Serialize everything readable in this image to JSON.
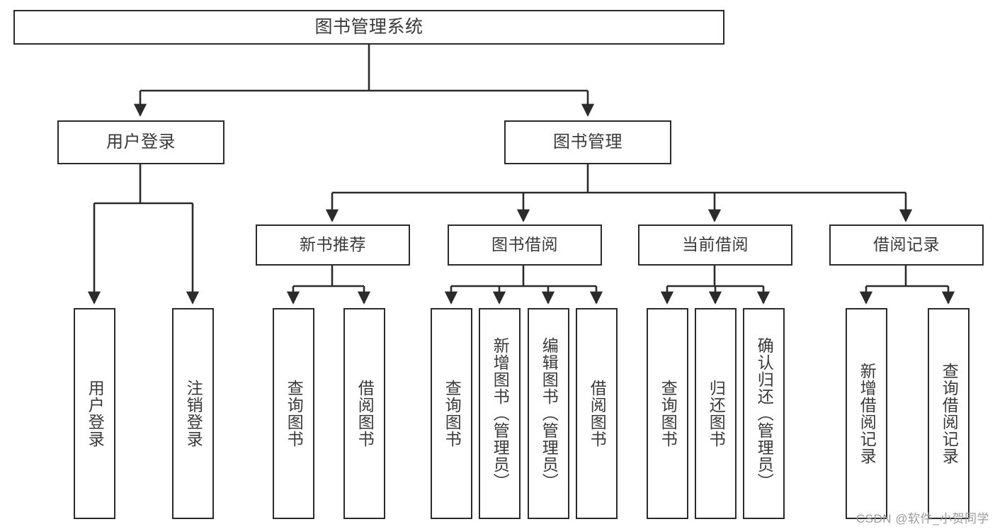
{
  "diagram": {
    "type": "tree-hierarchy-diagram",
    "title": "图书管理系统",
    "stroke_color": "#2b2b2b",
    "text_color": "#3a3a3a",
    "background_color": "#ffffff",
    "root": {
      "id": "root",
      "label": "图书管理系统"
    },
    "level1": [
      {
        "id": "user-login",
        "label": "用户登录"
      },
      {
        "id": "book-management",
        "label": "图书管理"
      }
    ],
    "level2": [
      {
        "id": "new-book-recommend",
        "label": "新书推荐",
        "parent": "book-management"
      },
      {
        "id": "book-borrow",
        "label": "图书借阅",
        "parent": "book-management"
      },
      {
        "id": "current-borrow",
        "label": "当前借阅",
        "parent": "book-management"
      },
      {
        "id": "borrow-record",
        "label": "借阅记录",
        "parent": "book-management"
      }
    ],
    "leaves": {
      "user-login": [
        {
          "id": "leaf-user-login",
          "label": "用户登录"
        },
        {
          "id": "leaf-user-logout",
          "label": "注销登录"
        }
      ],
      "new-book-recommend": [
        {
          "id": "leaf-query-book-1",
          "label": "查询图书"
        },
        {
          "id": "leaf-borrow-book-1",
          "label": "借阅图书"
        }
      ],
      "book-borrow": [
        {
          "id": "leaf-query-book-2",
          "label": "查询图书"
        },
        {
          "id": "leaf-add-book",
          "label": "新增图书（管理员）"
        },
        {
          "id": "leaf-edit-book",
          "label": "编辑图书（管理员）"
        },
        {
          "id": "leaf-borrow-book-2",
          "label": "借阅图书"
        }
      ],
      "current-borrow": [
        {
          "id": "leaf-query-book-3",
          "label": "查询图书"
        },
        {
          "id": "leaf-return-book",
          "label": "归还图书"
        },
        {
          "id": "leaf-confirm-return",
          "label": "确认归还（管理员）"
        }
      ],
      "borrow-record": [
        {
          "id": "leaf-add-record",
          "label": "新增借阅记录"
        },
        {
          "id": "leaf-query-record",
          "label": "查询借阅记录"
        }
      ]
    }
  },
  "watermark": {
    "text": "CSDN @软件_小贺同学"
  }
}
